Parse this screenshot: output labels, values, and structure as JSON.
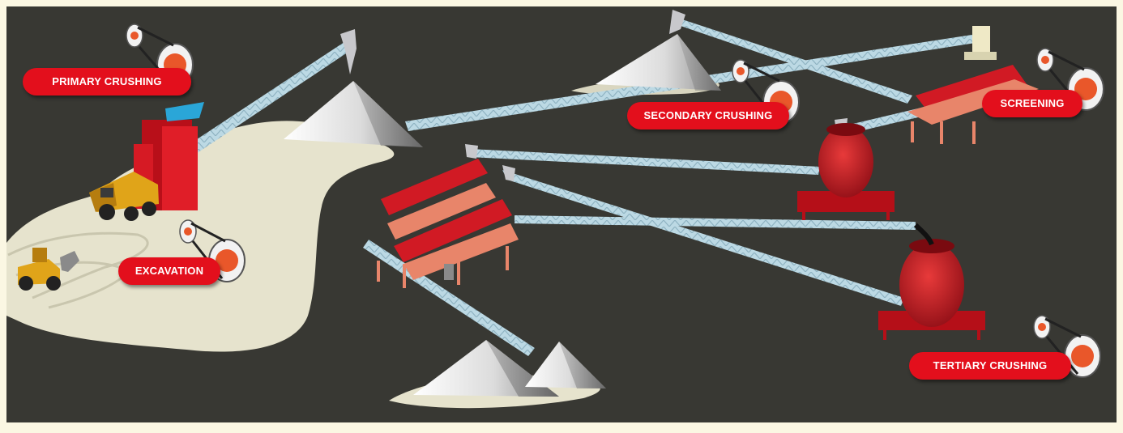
{
  "stages": {
    "primary_crushing": "PRIMARY CRUSHING",
    "excavation": "EXCAVATION",
    "secondary_crushing": "SECONDARY CRUSHING",
    "screening": "SCREENING",
    "tertiary_crushing": "TERTIARY CRUSHING"
  },
  "colors": {
    "frame": "#fbf7e3",
    "background": "#383833",
    "ground": "#e6e3cd",
    "machine_red": "#cf1420",
    "machine_salmon": "#e8856a",
    "conveyor": "#bcd9e4",
    "label": "#e30f1c",
    "marker_orange": "#e9572a"
  },
  "icons": {
    "marker": "target-marker-icon",
    "truck": "dump-truck-icon",
    "loader": "wheel-loader-icon"
  }
}
